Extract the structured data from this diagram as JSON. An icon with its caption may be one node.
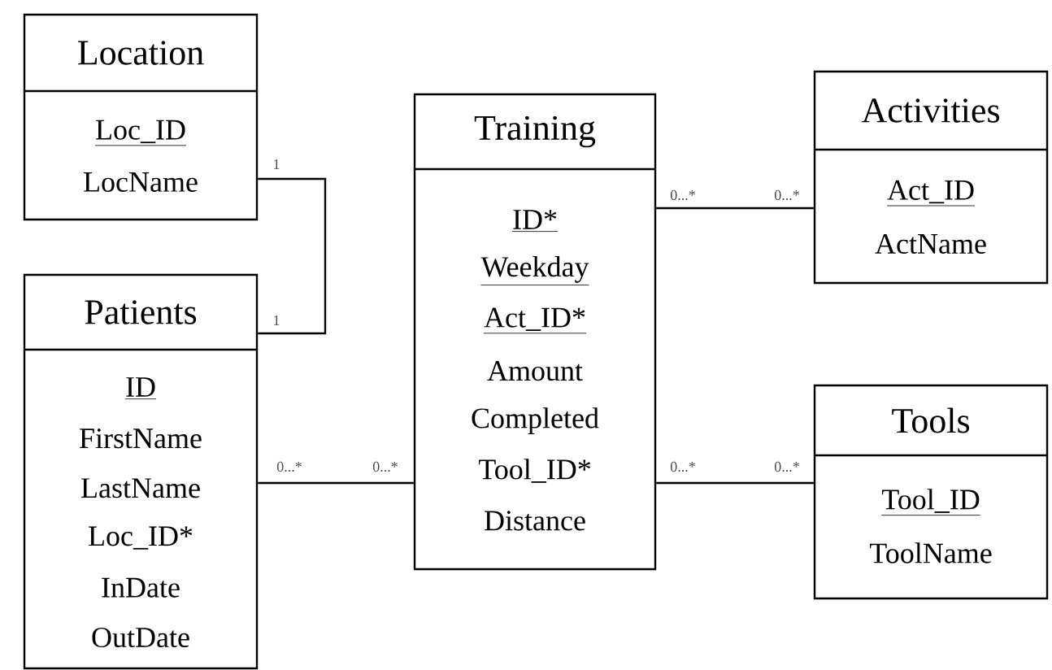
{
  "diagram": {
    "nodes": [
      {
        "text": [
          "Location",
          "Loc_ID",
          "LocName"
        ]
      },
      {
        "text": [
          "Patients",
          "ID",
          "FirstName",
          "LastName",
          "Loc_ID*",
          "InDate",
          "OutDate"
        ]
      },
      {
        "text": [
          "Training",
          "ID*",
          "Weekday",
          "Act_ID*",
          "Amount",
          "Completed",
          "Tool_ID*",
          "Distance"
        ]
      },
      {
        "text": [
          "Activities",
          "Act_ID",
          "ActName"
        ]
      },
      {
        "text": [
          "Tools",
          "Tool_ID",
          "ToolName"
        ]
      }
    ],
    "edges": [
      {
        "from": 0,
        "to": 1,
        "arrow": "none"
      },
      {
        "from": 2,
        "to": 3,
        "arrow": "none"
      },
      {
        "from": 1,
        "to": 2,
        "arrow": "none"
      },
      {
        "from": 2,
        "to": 4,
        "arrow": "none"
      }
    ],
    "labels": [
      "1",
      "0...*",
      "0...*",
      "1",
      "0...*",
      "0...*",
      "0...*",
      "0...*"
    ]
  }
}
